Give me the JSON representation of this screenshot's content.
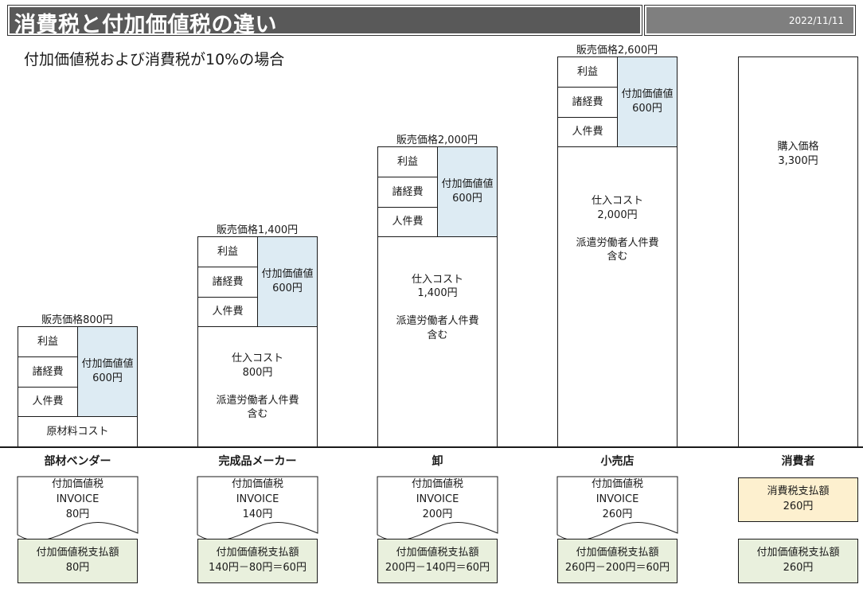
{
  "title": "消費税と付加価値税の違い",
  "date": "2022/11/11",
  "subtitle": "付加価値税および消費税が10%の場合",
  "labels": {
    "profit": "利益",
    "expenses": "諸経費",
    "labor": "人件費",
    "value_added": "付加価値値\n600円",
    "raw_material": "原材料コスト"
  },
  "stages": [
    {
      "name": "部材ベンダー",
      "sale_price": "販売価格800円",
      "cost": "原材料コスト",
      "invoice": "付加価値税\nINVOICE\n80円",
      "payment": "付加価値税支払額\n80円"
    },
    {
      "name": "完成品メーカー",
      "sale_price": "販売価格1,400円",
      "cost": "仕入コスト\n800円\n\n派遣労働者人件費\n含む",
      "invoice": "付加価値税\nINVOICE\n140円",
      "payment": "付加価値税支払額\n140円－80円＝60円"
    },
    {
      "name": "卸",
      "sale_price": "販売価格2,000円",
      "cost": "仕入コスト\n1,400円\n\n派遣労働者人件費\n含む",
      "invoice": "付加価値税\nINVOICE\n200円",
      "payment": "付加価値税支払額\n200円－140円＝60円"
    },
    {
      "name": "小売店",
      "sale_price": "販売価格2,600円",
      "cost": "仕入コスト\n2,000円\n\n派遣労働者人件費\n含む",
      "invoice": "付加価値税\nINVOICE\n260円",
      "payment": "付加価値税支払額\n260円－200円＝60円"
    },
    {
      "name": "消費者",
      "purchase": "購入価格\n3,300円",
      "consumption_tax": "消費税支払額\n260円",
      "payment": "付加価値税支払額\n260円"
    }
  ],
  "colors": {
    "title_bg": "#595959",
    "date_bg": "#7f7f7f",
    "value_added_bg": "#ddebf3",
    "payment_bg": "#e9f0dd",
    "consumption_tax_bg": "#fdf0cf"
  }
}
